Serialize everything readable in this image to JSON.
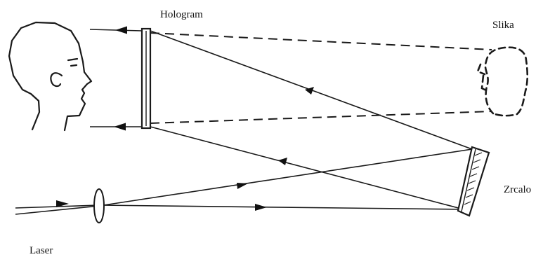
{
  "labels": {
    "hologram": "Hologram",
    "image": "Slika",
    "mirror": "Zrcalo",
    "laser": "Laser"
  },
  "colors": {
    "ink": "#111111",
    "background": "#ffffff"
  },
  "icons": {
    "viewer": "viewer-head-icon",
    "virtual_image": "virtual-image-head-icon",
    "lens": "lens-icon",
    "hologram_plate": "hologram-plate-icon",
    "mirror": "mirror-icon"
  }
}
